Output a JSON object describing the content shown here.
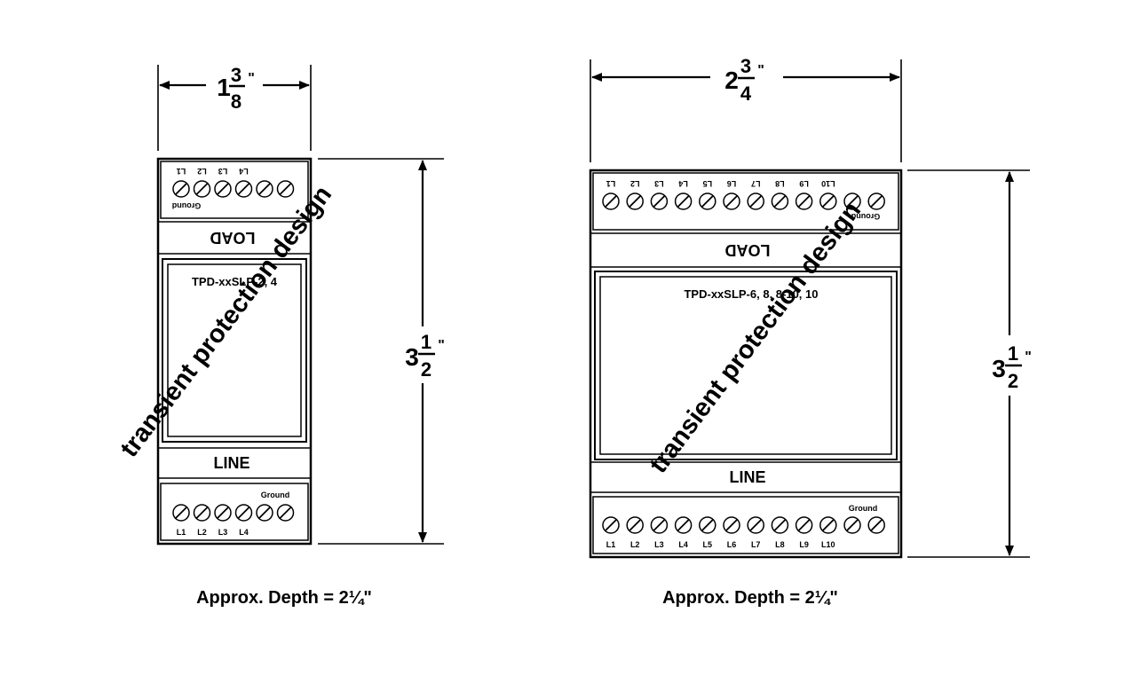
{
  "watermark": "transient protection design",
  "small_unit": {
    "width_dim": {
      "whole": "1",
      "num": "3",
      "den": "8",
      "unit": "\""
    },
    "height_dim": {
      "whole": "3",
      "num": "1",
      "den": "2",
      "unit": "\""
    },
    "ground_label": "Ground",
    "load_label": "LOAD",
    "line_label": "LINE",
    "model": "TPD-xxSLP-2, 4",
    "terminal_labels": [
      "L1",
      "L2",
      "L3",
      "L4"
    ],
    "depth_note": "Approx. Depth = 2¼\""
  },
  "large_unit": {
    "width_dim": {
      "whole": "2",
      "num": "3",
      "den": "4",
      "unit": "\""
    },
    "height_dim": {
      "whole": "3",
      "num": "1",
      "den": "2",
      "unit": "\""
    },
    "ground_label": "Ground",
    "load_label": "LOAD",
    "line_label": "LINE",
    "model": "TPD-xxSLP-6, 8, 8-10, 10",
    "terminal_labels": [
      "L1",
      "L2",
      "L3",
      "L4",
      "L5",
      "L6",
      "L7",
      "L8",
      "L9",
      "L10"
    ],
    "depth_note": "Approx. Depth = 2¼\""
  }
}
